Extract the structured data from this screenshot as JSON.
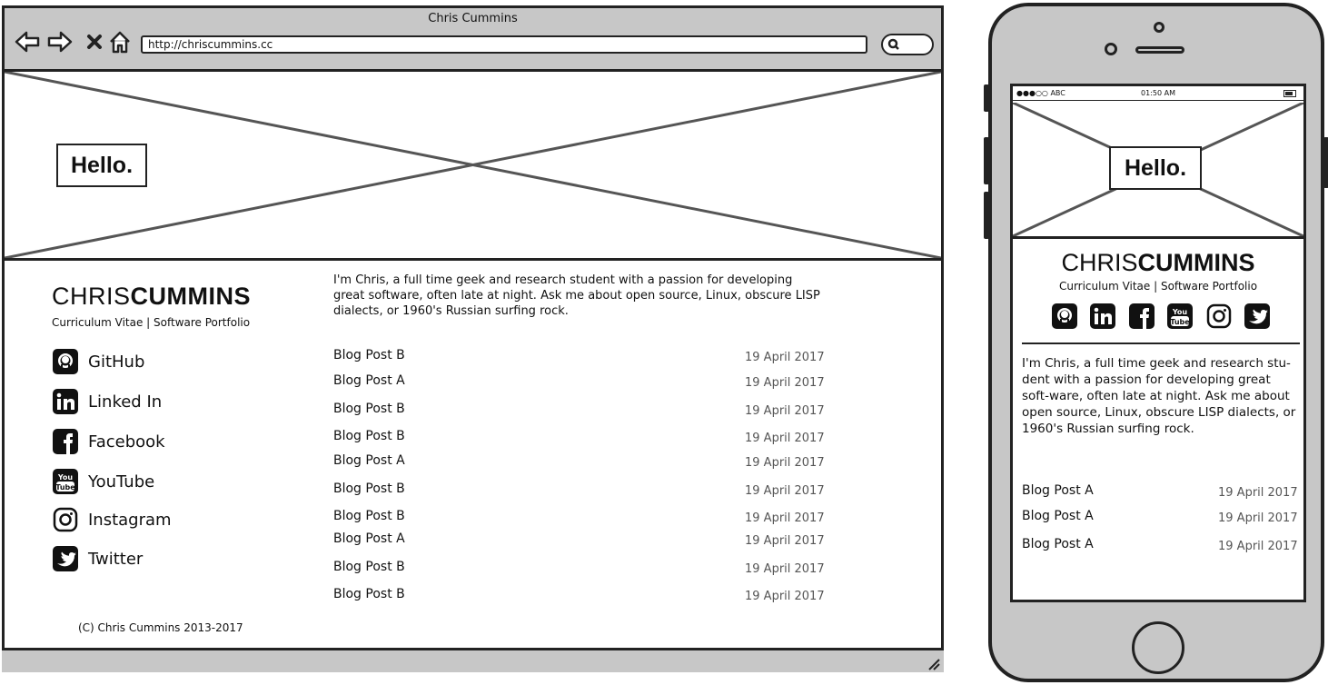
{
  "browser": {
    "title": "Chris Cummins",
    "url": "http://chriscummins.cc"
  },
  "hero": {
    "greeting": "Hello."
  },
  "profile": {
    "first_name": "CHRIS",
    "last_name": "CUMMINS",
    "subtitle": "Curriculum Vitae | Software Portfolio",
    "intro": "I'm Chris, a full time geek and research student with a passion for developing great software, often late at night. Ask me about open source, Linux, obscure LISP dialects, or 1960's Russian surfing rock."
  },
  "social": [
    {
      "label": "GitHub",
      "icon": "github-icon"
    },
    {
      "label": "Linked In",
      "icon": "linkedin-icon"
    },
    {
      "label": "Facebook",
      "icon": "facebook-icon"
    },
    {
      "label": "YouTube",
      "icon": "youtube-icon"
    },
    {
      "label": "Instagram",
      "icon": "instagram-icon"
    },
    {
      "label": "Twitter",
      "icon": "twitter-icon"
    }
  ],
  "posts": [
    {
      "title": "Blog Post B",
      "date": "19 April 2017"
    },
    {
      "title": "Blog Post A",
      "date": "19 April 2017"
    },
    {
      "title": "Blog Post B",
      "date": "19 April 2017"
    },
    {
      "title": "Blog Post B",
      "date": "19 April 2017"
    },
    {
      "title": "Blog Post A",
      "date": "19 April 2017"
    },
    {
      "title": "Blog Post B",
      "date": "19 April 2017"
    },
    {
      "title": "Blog Post B",
      "date": "19 April 2017"
    },
    {
      "title": "Blog Post A",
      "date": "19 April 2017"
    },
    {
      "title": "Blog Post B",
      "date": "19 April 2017"
    },
    {
      "title": "Blog Post B",
      "date": "19 April 2017"
    }
  ],
  "footer": {
    "copyright": "(C) Chris Cummins 2013-2017"
  },
  "phone": {
    "carrier": "●●●○○ ABC",
    "time": "01:50 AM",
    "intro": "I'm Chris, a full time geek and research stu-dent with a passion for developing great soft-ware, often late at night. Ask me about open source, Linux, obscure LISP dialects, or 1960's Russian surfing rock.",
    "posts": [
      {
        "title": "Blog Post A",
        "date": "19 April 2017"
      },
      {
        "title": "Blog Post A",
        "date": "19 April 2017"
      },
      {
        "title": "Blog Post A",
        "date": "19 April 2017"
      }
    ]
  },
  "colors": {
    "chrome": "#c7c7c7",
    "stroke": "#222222"
  }
}
